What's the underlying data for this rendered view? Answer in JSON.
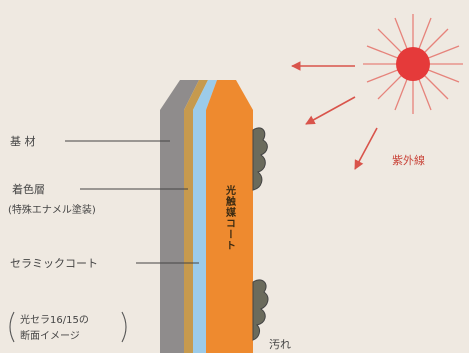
{
  "labels": {
    "base": "基 材",
    "colored_layer_line1": "着色層",
    "colored_layer_line2": "(特殊エナメル塗装)",
    "ceramic_coat": "セラミックコート",
    "photocatalyst_coat": "光触媒コート",
    "uv": "紫外線",
    "dirt": "汚れ",
    "caption_line1": "光セラ16/15の",
    "caption_line2": "断面イメージ"
  },
  "colors": {
    "background": "#efe9e1",
    "base": "#8f8c8c",
    "colored_layer": "#c69a4e",
    "ceramic": "#9ccbe9",
    "photocatalyst": "#ee8a2f",
    "sun": "#e53a3a",
    "arrow": "#d9544b",
    "dirt": "#6b6b5c"
  }
}
